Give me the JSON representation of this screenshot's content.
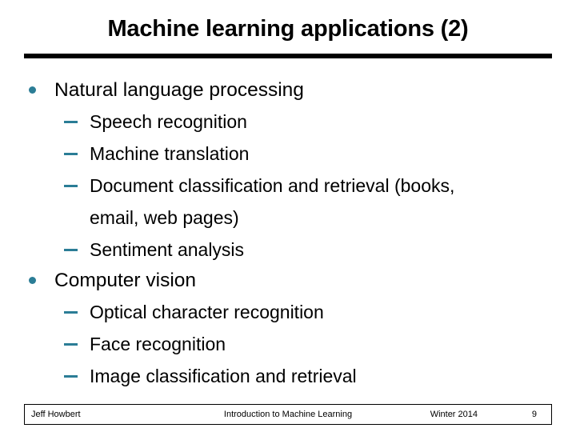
{
  "slide": {
    "title": "Machine learning applications (2)",
    "accent_color": "#2b7d96",
    "text_color": "#000000",
    "background_color": "#ffffff",
    "rule_color": "#000000"
  },
  "content": {
    "bullets": [
      {
        "label": "Natural language processing",
        "sub": [
          {
            "label": "Speech recognition",
            "wrap": ""
          },
          {
            "label": "Machine translation",
            "wrap": ""
          },
          {
            "label": "Document classification and retrieval (books,",
            "wrap": "email, web pages)"
          },
          {
            "label": "Sentiment analysis",
            "wrap": ""
          }
        ]
      },
      {
        "label": "Computer vision",
        "sub": [
          {
            "label": "Optical character recognition",
            "wrap": ""
          },
          {
            "label": "Face recognition",
            "wrap": ""
          },
          {
            "label": "Image classification and retrieval",
            "wrap": ""
          }
        ]
      }
    ]
  },
  "footer": {
    "author": "Jeff Howbert",
    "course": "Introduction to Machine Learning",
    "term": "Winter 2014",
    "page": "9"
  }
}
